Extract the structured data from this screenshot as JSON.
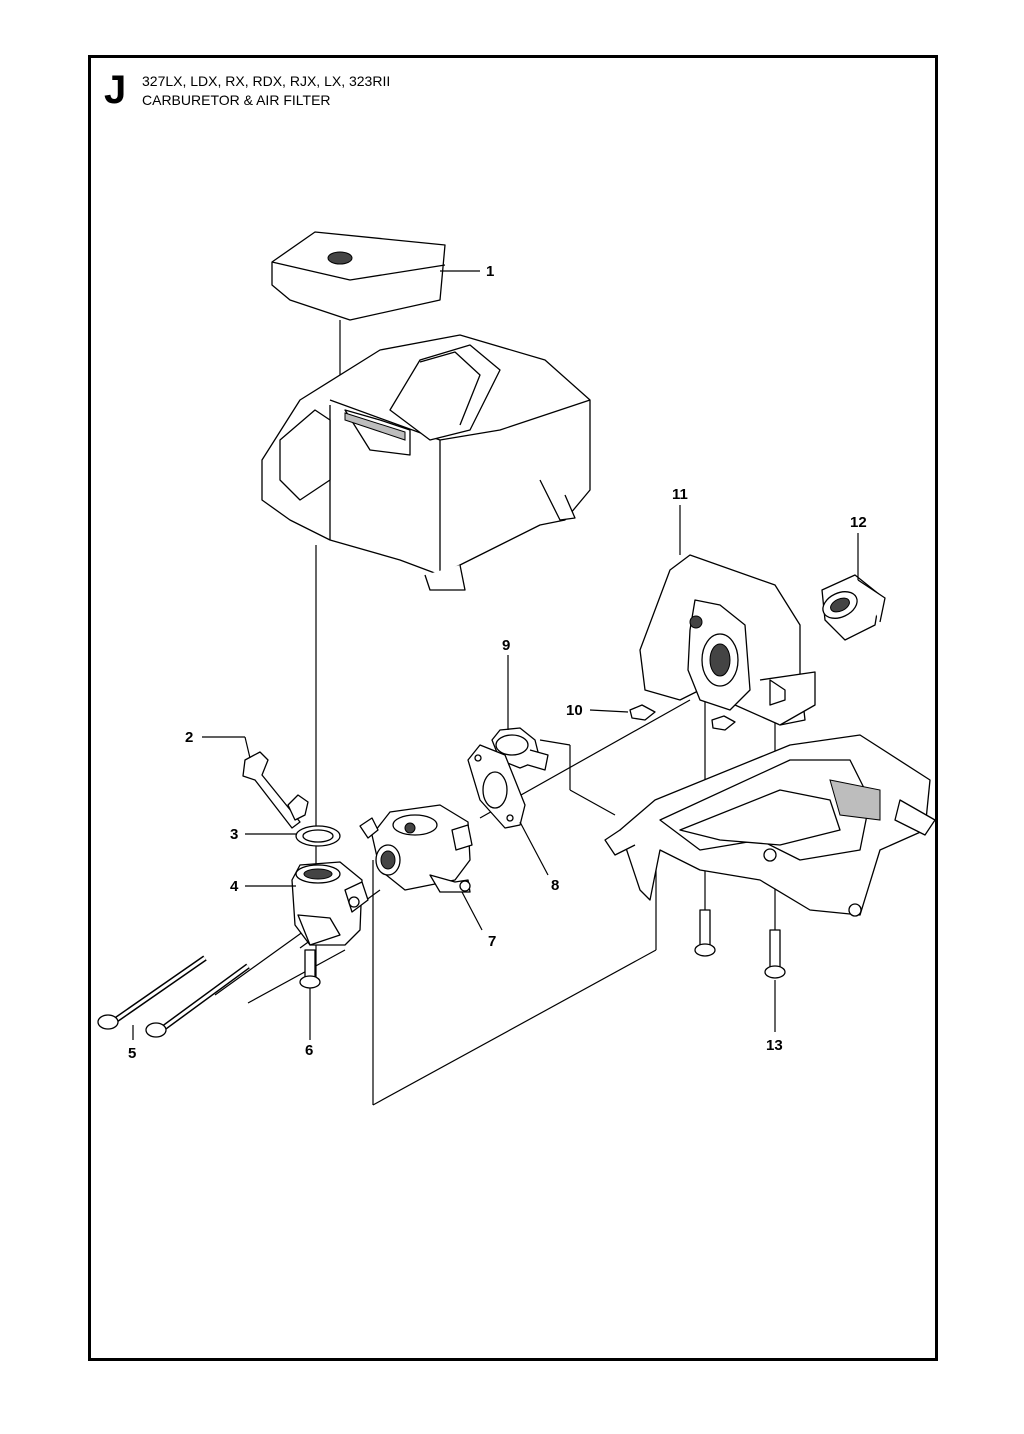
{
  "header": {
    "section_letter": "J",
    "models": "327LX, LDX, RX, RDX, RJX, LX, 323RII",
    "title": "CARBURETOR & AIR FILTER"
  },
  "callouts": [
    "1",
    "2",
    "3",
    "4",
    "5",
    "6",
    "7",
    "8",
    "9",
    "10",
    "11",
    "12",
    "13"
  ]
}
